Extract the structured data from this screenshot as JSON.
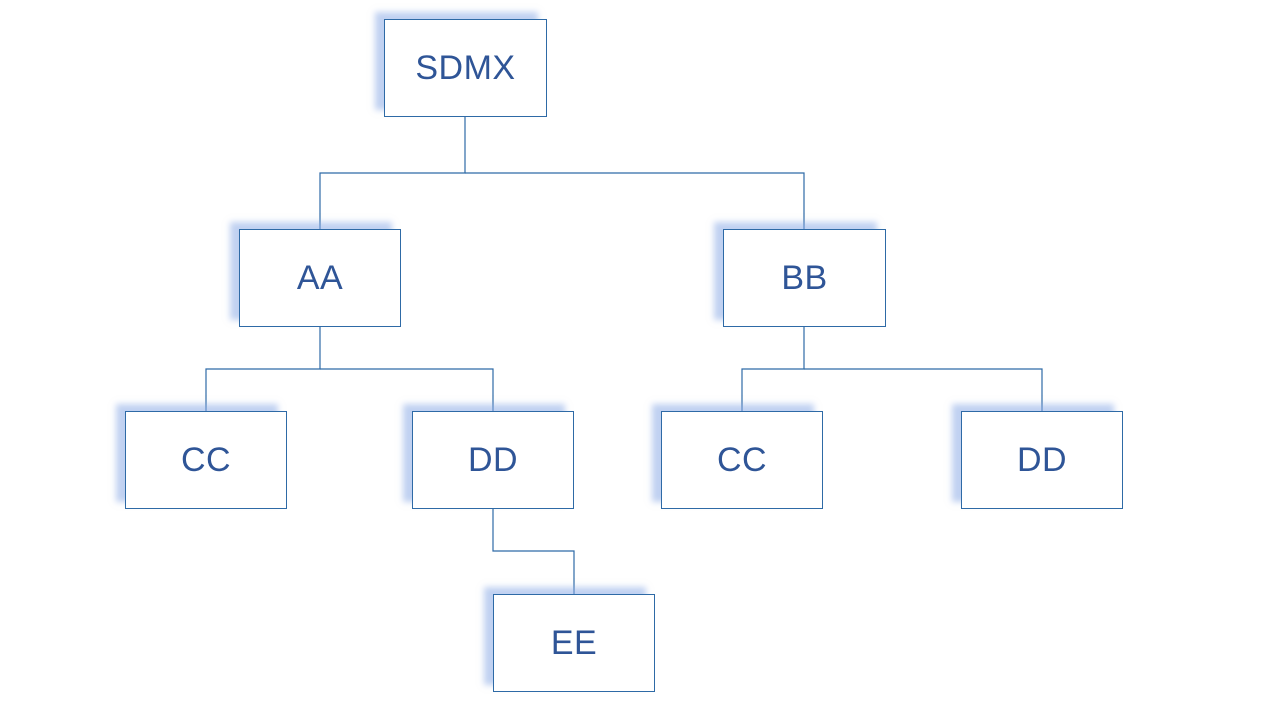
{
  "diagram": {
    "type": "tree",
    "colors": {
      "border": "#2e6aa6",
      "text": "#2f5597",
      "shadow": "#8cace6"
    },
    "nodes": {
      "root": {
        "label": "SDMX"
      },
      "aa": {
        "label": "AA"
      },
      "bb": {
        "label": "BB"
      },
      "aa_cc": {
        "label": "CC"
      },
      "aa_dd": {
        "label": "DD"
      },
      "bb_cc": {
        "label": "CC"
      },
      "bb_dd": {
        "label": "DD"
      },
      "dd_ee": {
        "label": "EE"
      }
    },
    "edges": [
      [
        "root",
        "aa"
      ],
      [
        "root",
        "bb"
      ],
      [
        "aa",
        "aa_cc"
      ],
      [
        "aa",
        "aa_dd"
      ],
      [
        "bb",
        "bb_cc"
      ],
      [
        "bb",
        "bb_dd"
      ],
      [
        "aa_dd",
        "dd_ee"
      ]
    ]
  }
}
